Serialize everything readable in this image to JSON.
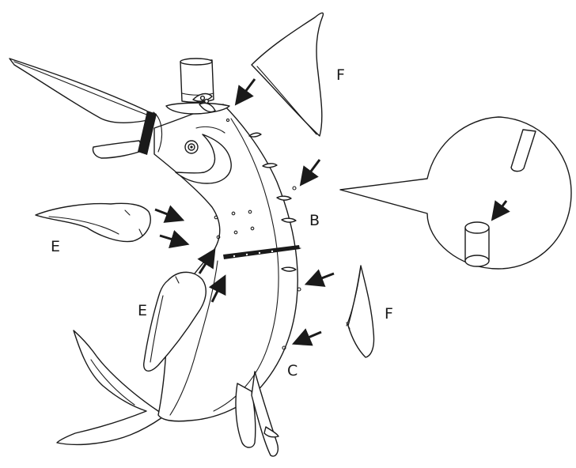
{
  "labels": {
    "b": "B",
    "c": "C",
    "e_upper": "E",
    "e_lower": "E",
    "f_upper": "F",
    "f_lower": "F"
  },
  "colors": {
    "line": "#1a1a1a",
    "background": "#ffffff"
  }
}
